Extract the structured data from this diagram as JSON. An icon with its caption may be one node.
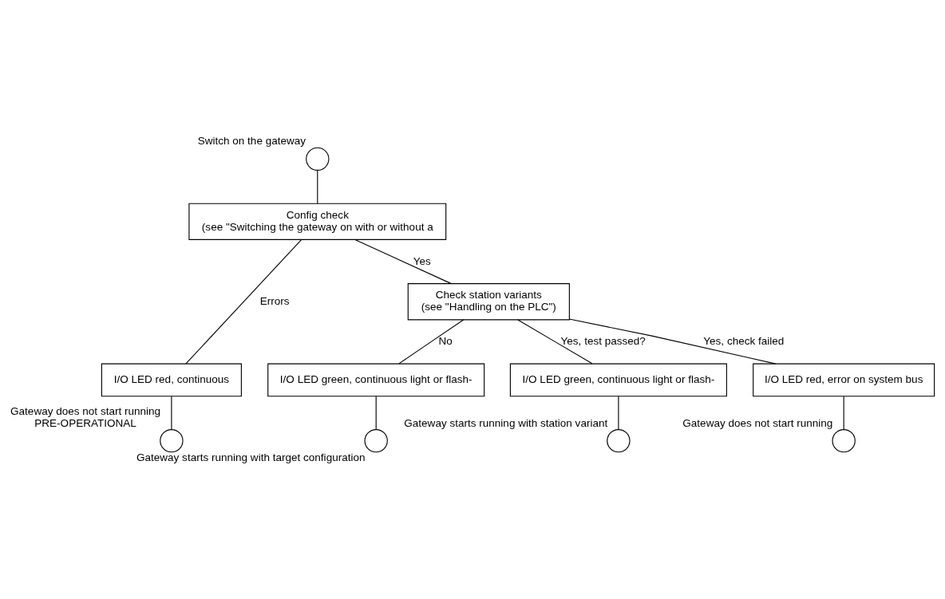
{
  "diagram": {
    "nodes": [
      {
        "text": [],
        "shape": "circle",
        "beside": [
          "Switch on the gateway"
        ]
      },
      {
        "text": [
          "Config check",
          "(see \"Switching the gateway on with or without a"
        ]
      },
      {
        "text": [
          "Check station variants",
          "(see \"Handling on the PLC\")"
        ]
      },
      {
        "text": [
          "I/O LED red, continuous"
        ]
      },
      {
        "text": [
          "I/O LED green, continuous light or flash-"
        ]
      },
      {
        "text": [
          "I/O LED green, continuous light or flash-"
        ]
      },
      {
        "text": [
          "I/O LED red, error on system bus"
        ]
      },
      {
        "text": [],
        "shape": "circle",
        "beside": [
          "Gateway does not start running",
          "PRE-OPERATIONAL"
        ]
      },
      {
        "text": [],
        "shape": "circle",
        "beside": [
          "Gateway starts running with target configuration"
        ]
      },
      {
        "text": [],
        "shape": "circle",
        "beside": [
          "Gateway starts running with station variant"
        ]
      },
      {
        "text": [],
        "shape": "circle",
        "beside": [
          "Gateway does not start running"
        ]
      }
    ],
    "edges": [
      {
        "from": 0,
        "to": 1,
        "arrow": "none"
      },
      {
        "from": 1,
        "to": 3,
        "arrow": "none",
        "label": "Errors"
      },
      {
        "from": 1,
        "to": 2,
        "arrow": "none",
        "label": "Yes"
      },
      {
        "from": 2,
        "to": 4,
        "arrow": "none",
        "label": "No"
      },
      {
        "from": 2,
        "to": 5,
        "arrow": "none",
        "label": "Yes, test passed?"
      },
      {
        "from": 2,
        "to": 6,
        "arrow": "none",
        "label": "Yes, check failed"
      },
      {
        "from": 3,
        "to": 7,
        "arrow": "none"
      },
      {
        "from": 4,
        "to": 8,
        "arrow": "none"
      },
      {
        "from": 5,
        "to": 9,
        "arrow": "none"
      },
      {
        "from": 6,
        "to": 10,
        "arrow": "none"
      }
    ]
  }
}
